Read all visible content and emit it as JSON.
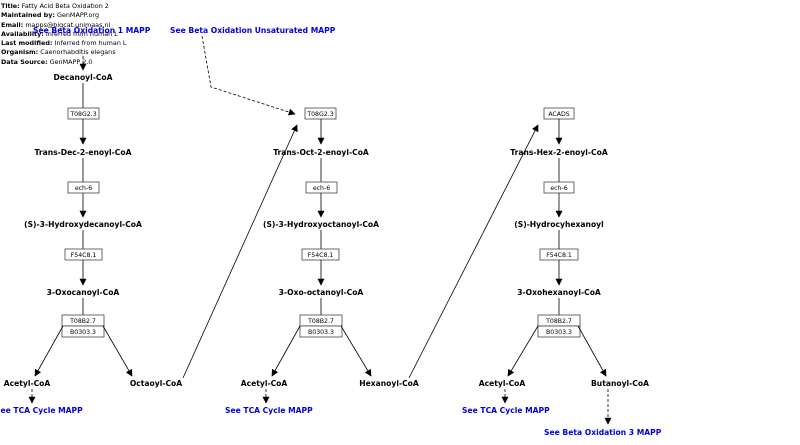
{
  "info": {
    "title_label": "Title:",
    "title": "Fatty Acid Beta Oxidation 2",
    "maintained_label": "Maintained by:",
    "maintained": "GenMAPP.org",
    "email_label": "Email:",
    "email": "mapps@bigcat.unimaas.nl",
    "availability_label": "Availability:",
    "availability": "Inferred from human L",
    "modified_label": "Last modified:",
    "modified": "Inferred from human L",
    "organism_label": "Organism:",
    "organism": "Caenorhabditis elegans",
    "source_label": "Data Source:",
    "source": "GenMAPP 2.0"
  },
  "links": {
    "beta1": "See Beta Oxidation 1 MAPP",
    "beta_unsat": "See Beta Oxidation Unsaturated MAPP",
    "tca_1": "See TCA Cycle MAPP",
    "tca_2": "See TCA Cycle MAPP",
    "tca_3": "See TCA Cycle MAPP",
    "beta3": "See Beta Oxidation 3 MAPP"
  },
  "col1": {
    "m1": "Decanoyl-CoA",
    "g1": "T08G2.3",
    "m2": "Trans-Dec-2-enoyl-CoA",
    "g2": "ech-6",
    "m3": "(S)-3-Hydroxydecanoyl-CoA",
    "g3": "F54C8.1",
    "m4": "3-Oxocanoyl-CoA",
    "g4a": "T08B2.7",
    "g4b": "B0303.3",
    "out1": "Acetyl-CoA",
    "out2": "Octaoyl-CoA"
  },
  "col2": {
    "g1": "T08G2.3",
    "m2": "Trans-Oct-2-enoyl-CoA",
    "g2": "ech-6",
    "m3": "(S)-3-Hydroxyoctanoyl-CoA",
    "g3": "F54C8.1",
    "m4": "3-Oxo-octanoyl-CoA",
    "g4a": "T08B2.7",
    "g4b": "B0303.3",
    "out1": "Acetyl-CoA",
    "out2": "Hexanoyl-CoA"
  },
  "col3": {
    "g1": "ACADS",
    "m2": "Trans-Hex-2-enoyl-CoA",
    "g2": "ech-6",
    "m3": "(S)-Hydrocyhexanoyl",
    "g3": "F54C8.1",
    "m4": "3-Oxohexanoyl-CoA",
    "g4a": "T08B2.7",
    "g4b": "B0303.3",
    "out1": "Acetyl-CoA",
    "out2": "Butanoyl-CoA"
  }
}
